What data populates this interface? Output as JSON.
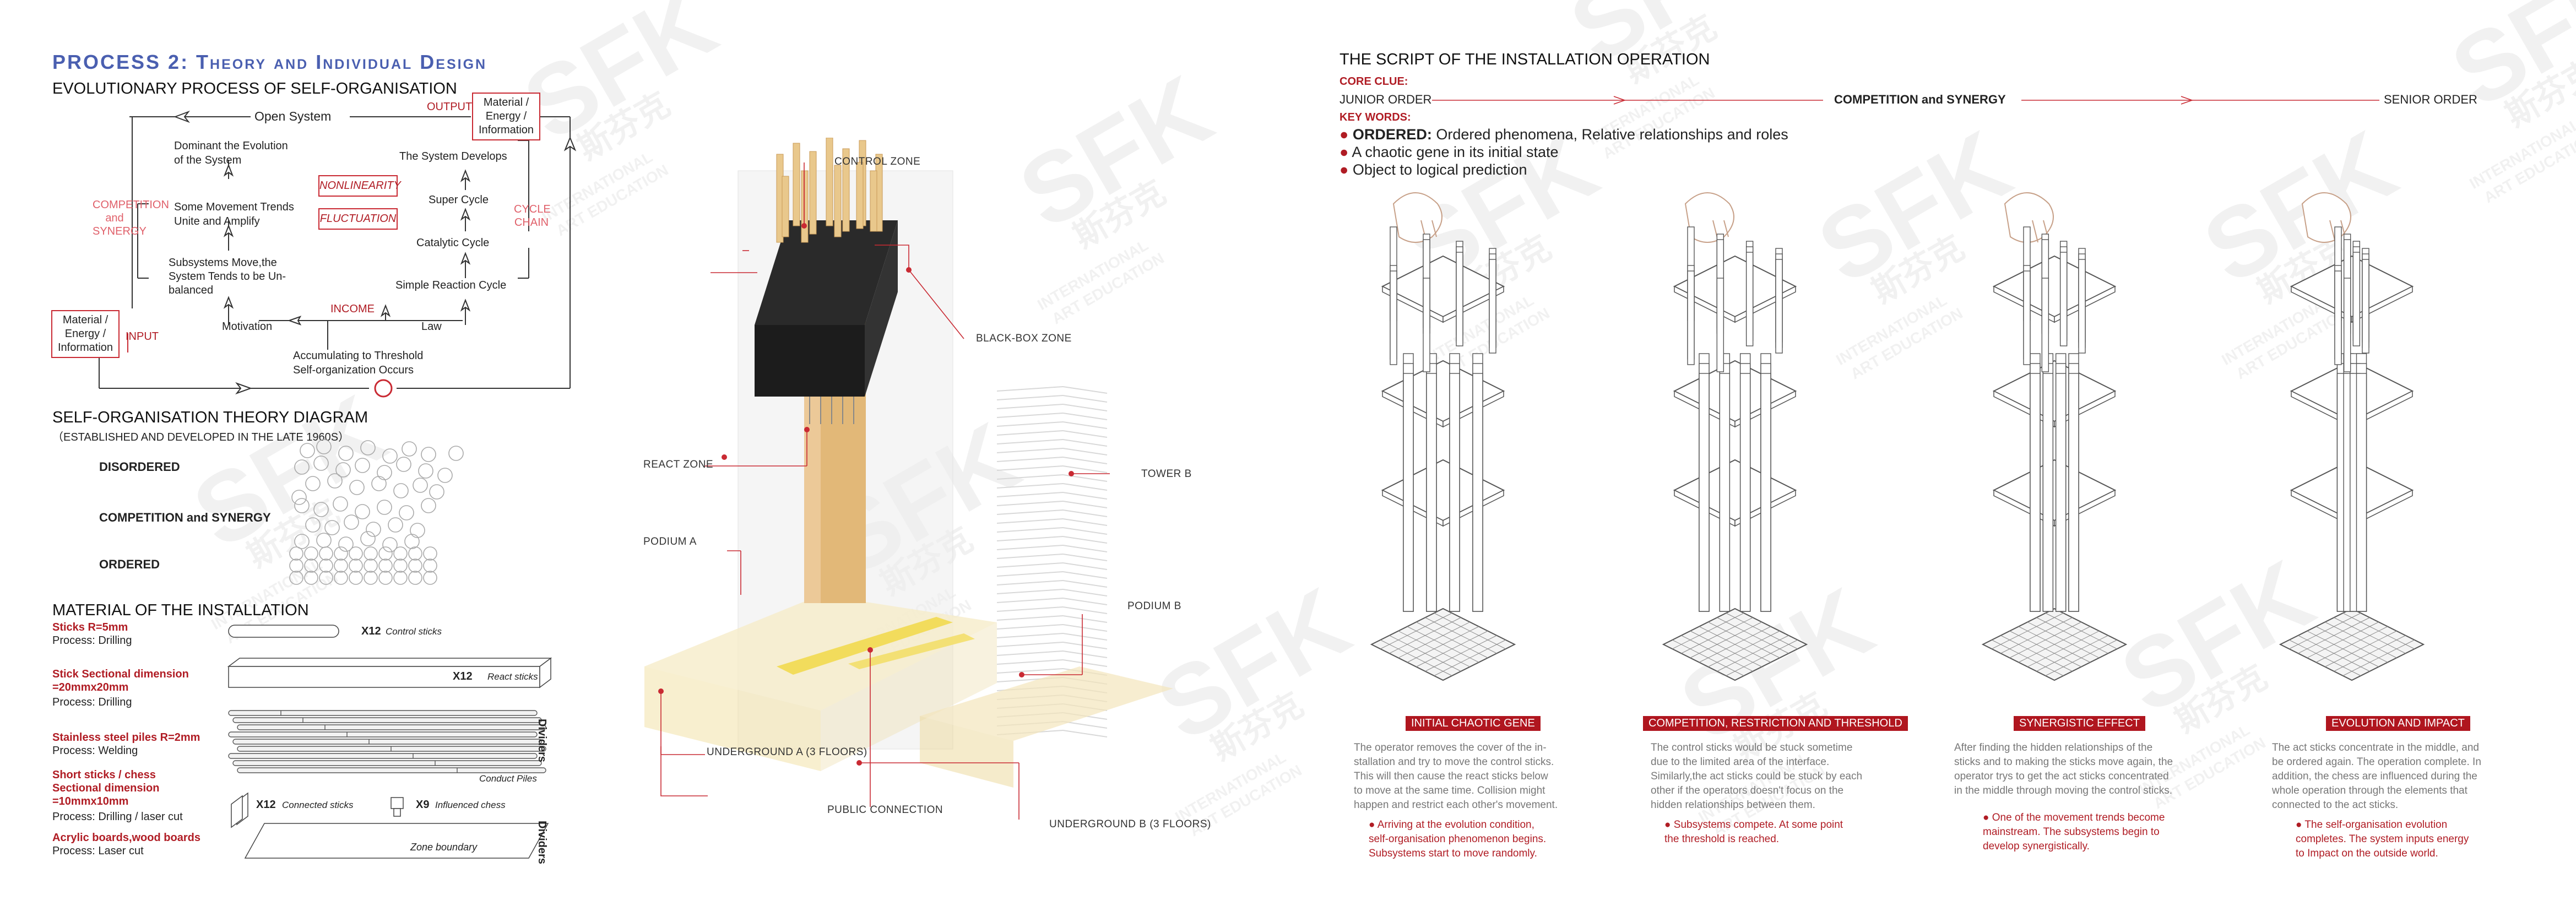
{
  "left": {
    "title": "PROCESS 2: Theory and Individual Design",
    "evolution": {
      "heading": "EVOLUTIONARY PROCESS OF SELF-ORGANISATION",
      "open_system": "Open System",
      "output": "OUTPUT",
      "income": "INCOME",
      "input": "INPUT",
      "material_box": [
        "Material /",
        "Energy /",
        "Information"
      ],
      "dominant": [
        "Dominant the Evolution",
        "of the System"
      ],
      "some_movement": [
        "Some Movement Trends",
        "Unite and Amplify"
      ],
      "subsystems": [
        "Subsystems Move,the",
        "System Tends to be Un-",
        "balanced"
      ],
      "motivation": "Motivation",
      "law": "Law",
      "accumulating": [
        "Accumulating to Threshold",
        "Self-organization Occurs"
      ],
      "system_develops": "The System Develops",
      "super_cycle": "Super Cycle",
      "catalytic_cycle": "Catalytic Cycle",
      "simple_cycle": "Simple Reaction Cycle",
      "nonlinearity": "NONLINEARITY",
      "fluctuation": "FLUCTUATION",
      "competition_side": [
        "COMPETITION",
        "and",
        "SYNERGY"
      ],
      "cycle_chain": [
        "CYCLE",
        "CHAIN"
      ]
    },
    "theory": {
      "heading": "SELF-ORGANISATION THEORY DIAGRAM",
      "sub": "（ESTABLISHED AND DEVELOPED IN THE LATE 1960S）",
      "rows": [
        "DISORDERED",
        "COMPETITION and SYNERGY",
        "ORDERED"
      ]
    },
    "material": {
      "heading": "MATERIAL OF THE INSTALLATION",
      "sticks_title": "Sticks   R=5mm",
      "sticks_process": "Process: Drilling",
      "sticks_count": "X12",
      "sticks_caption": "Control sticks",
      "stick_sec_title": [
        "Stick  Sectional dimension",
        "=20mmx20mm"
      ],
      "stick_sec_process": "Process: Drilling",
      "react_count": "X12",
      "react_caption": "React sticks",
      "steel_title": "Stainless steel piles R=2mm",
      "steel_process": "Process: Welding",
      "conduct": "Conduct Piles",
      "dividers": "Dividers",
      "short_title": [
        "Short sticks / chess",
        "Sectional dimension",
        "=10mmx10mm"
      ],
      "short_process": "Process: Drilling / laser cut",
      "connected_count": "X12",
      "connected_caption": "Connected sticks",
      "chess_count": "X9",
      "chess_caption": "Influenced chess",
      "acrylic_title": "Acrylic boards,wood boards",
      "acrylic_process": "Process: Laser cut",
      "zone_boundary": "Zone boundary",
      "dividers2": "Dividers"
    }
  },
  "middle": {
    "labels": {
      "control": "CONTROL ZONE",
      "blackbox": "BLACK-BOX ZONE",
      "react": "REACT ZONE",
      "tower_b": "TOWER B",
      "podium_a": "PODIUM A",
      "podium_b": "PODIUM B",
      "underground_a": "UNDERGROUND A (3 FLOORS)",
      "public": "PUBLIC CONNECTION",
      "underground_b": "UNDERGROUND B (3 FLOORS)"
    }
  },
  "right": {
    "heading": "THE SCRIPT OF THE INSTALLATION OPERATION",
    "core_clue": "CORE CLUE:",
    "junior": "JUNIOR ORDER",
    "competition": "COMPETITION and SYNERGY",
    "senior": "SENIOR ORDER",
    "key_words": "KEY WORDS:",
    "kw": [
      {
        "bold": "ORDERED:",
        "text": " Ordered phenomena, Relative relationships and roles"
      },
      {
        "bold": "",
        "text": "A chaotic gene in its initial state"
      },
      {
        "bold": "",
        "text": "Object to logical prediction"
      }
    ],
    "stages": [
      {
        "title": "INITIAL CHAOTIC GENE",
        "body": [
          "The operator removes the cover of the in-",
          "stallation and try to move the  control sticks.",
          "This will then cause the react sticks below",
          "to move at the same time. Collision  might",
          "happen and restrict each other's movement."
        ],
        "note": [
          "Arriving  at the evolution condition,",
          "self-organisation phenomenon begins.",
          "Subsystems start  to move randomly."
        ]
      },
      {
        "title": "COMPETITION, RESTRICTION AND THRESHOLD",
        "body": [
          "The control sticks would be stuck sometime",
          "due to the limited area of the interface.",
          "Similarly,the act sticks could be stuck by each",
          "other if the operators doesn't focus on the",
          "hidden relationships between them."
        ],
        "note": [
          "Subsystems compete. At some point",
          "the threshold is reached."
        ]
      },
      {
        "title": "SYNERGISTIC EFFECT",
        "body": [
          "After finding the hidden relationships of the",
          "sticks and to making the sticks move again, the",
          "operator trys to get the act sticks concentrated",
          "in the middle through moving the control sticks."
        ],
        "note": [
          "One of the movement trends become",
          "mainstream. The subsystems begin to",
          "develop synergistically."
        ]
      },
      {
        "title": "EVOLUTION AND IMPACT",
        "body": [
          "The act sticks concentrate in the middle, and",
          "be ordered again. The operation complete. In",
          "addition, the chess are influenced during the",
          "whole operation through the elements that",
          "connected to the act sticks."
        ],
        "note": [
          "The self-organisation evolution",
          "completes. The system inputs energy",
          "to Impact on the outside world."
        ]
      }
    ]
  },
  "watermark": [
    "SFK",
    "斯芬克",
    "INTERNATIONAL",
    "ART EDUCATION"
  ],
  "colors": {
    "accent_red": "#b0161f",
    "title_blue": "#4a5fb0",
    "soft_red": "#e0606a"
  }
}
